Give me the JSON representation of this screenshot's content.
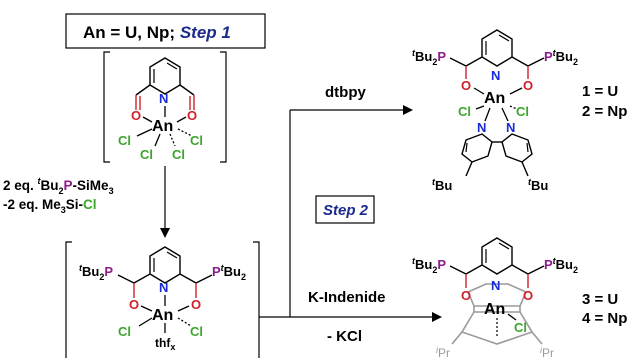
{
  "colors": {
    "oxygen": "#d0202a",
    "nitrogen": "#1a2bd8",
    "chlorine": "#3aa62a",
    "phosphorus": "#8c1c8c",
    "step": "#1c2a8c",
    "ghost": "#9a9a9a"
  },
  "header": {
    "an_eq": "An = U, Np; ",
    "step1": "Step 1"
  },
  "reagents": {
    "line1_num": "2 eq. ",
    "line1_tbu_sup": "t",
    "line1_bu2": "Bu",
    "line1_sub2": "2",
    "line1_p": "P",
    "line1_rest": "-SiMe",
    "line1_sub3": "3",
    "line2_num": "-2 eq. Me",
    "line2_sub3": "3",
    "line2_si": "Si-",
    "line2_cl": "Cl"
  },
  "step2": "Step 2",
  "arrows": {
    "top_reagent": "dtbpy",
    "bottom_reagent": "K-Indenide",
    "bottom_byproduct": "- KCl"
  },
  "atoms": {
    "an": "An",
    "n": "N",
    "o": "O",
    "cl": "Cl",
    "p": "P",
    "thf": "thf",
    "thf_sub": "x",
    "t": "t",
    "bu": "Bu",
    "bu2_sub": "2",
    "i": "i",
    "pr": "Pr"
  },
  "products": {
    "p1": "1 = U",
    "p2": "2 = Np",
    "p3": "3 = U",
    "p4": "4 = Np"
  }
}
